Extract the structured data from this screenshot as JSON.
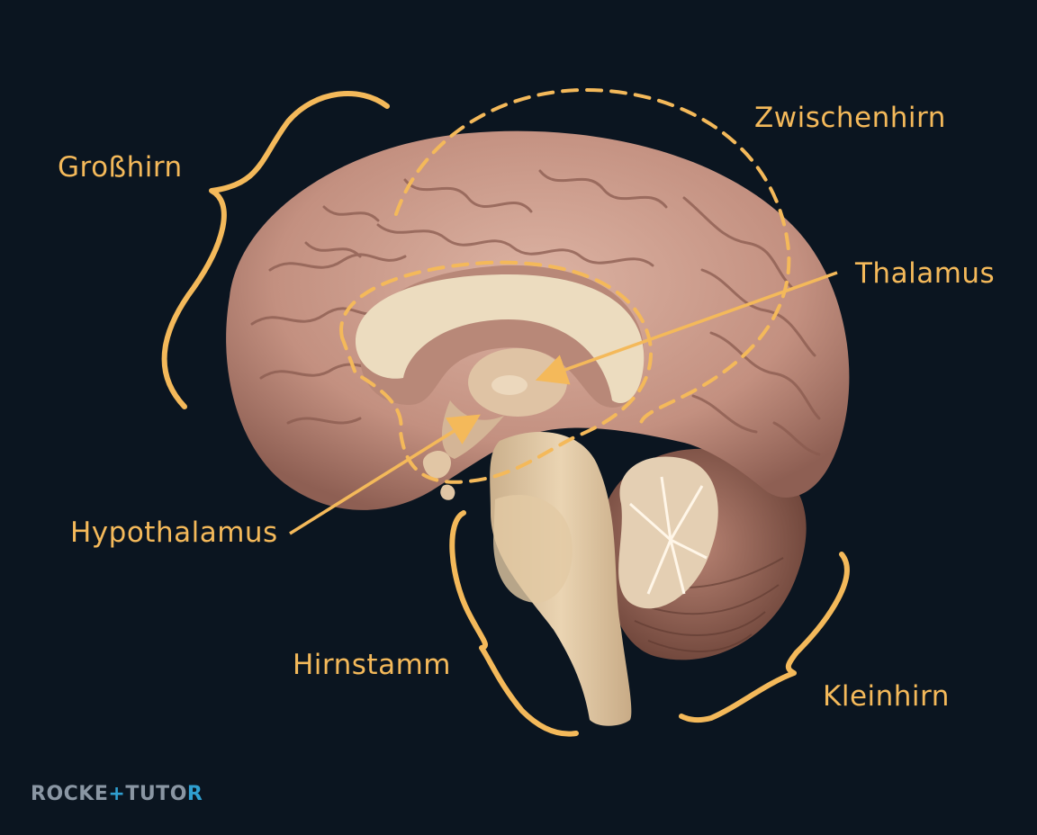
{
  "labels": {
    "grosshirn": "Großhirn",
    "zwischenhirn": "Zwischenhirn",
    "thalamus": "Thalamus",
    "hypothalamus": "Hypothalamus",
    "hirnstamm": "Hirnstamm",
    "kleinhirn": "Kleinhirn"
  },
  "logo": {
    "part1": "ROCKE",
    "symbol": "+",
    "part2": "TUTO",
    "part3": "R"
  },
  "colors": {
    "background": "#0b1520",
    "annotation": "#f4b95a",
    "brain": "#c99a88",
    "inner": "#e6cfae",
    "logo_gray": "#8a96a3",
    "logo_blue": "#2f9fd0"
  }
}
